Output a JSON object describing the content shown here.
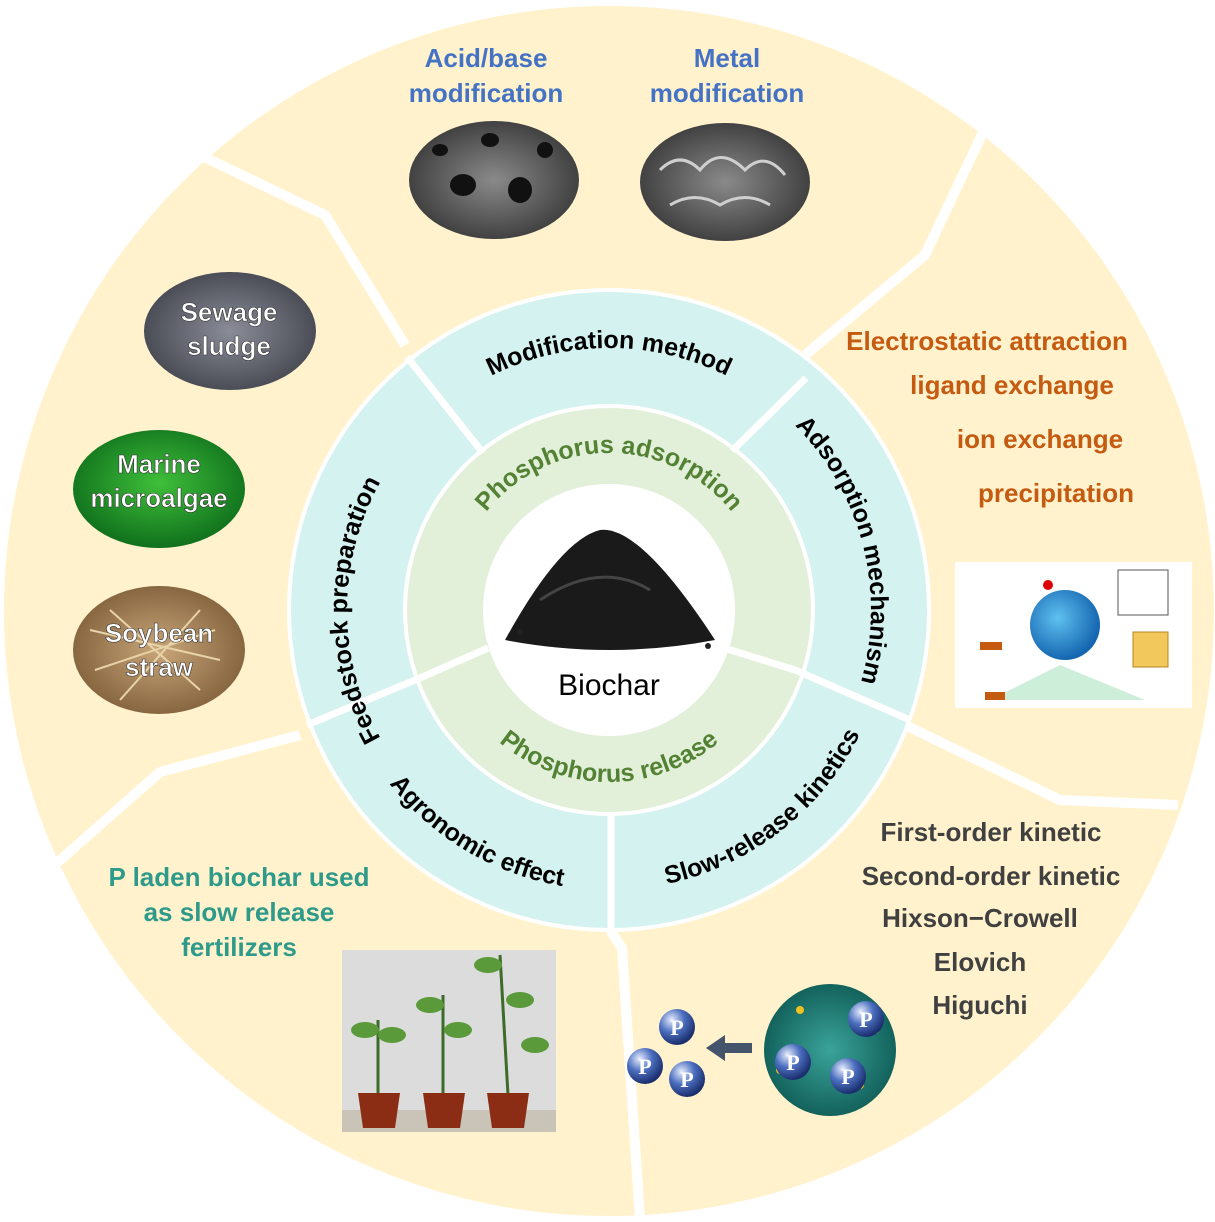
{
  "center": {
    "label": "Biochar"
  },
  "inner_ring": {
    "top": "Phosphorus adsorption",
    "bottom": "Phosphorus release"
  },
  "middle_ring": {
    "modification": "Modification method",
    "adsorption": "Adsorption mechanism",
    "kinetics": "Slow-release kinetics",
    "agronomic": "Agronomic effect",
    "feedstock": "Feedstock preparation"
  },
  "modification": {
    "acid_base": [
      "Acid/base",
      "modification"
    ],
    "metal": [
      "Metal",
      "modification"
    ]
  },
  "feedstock": {
    "sewage": [
      "Sewage",
      "sludge"
    ],
    "algae": [
      "Marine",
      "microalgae"
    ],
    "soybean": [
      "Soybean",
      "straw"
    ]
  },
  "mechanisms": [
    "Electrostatic attraction",
    "ligand exchange",
    "ion exchange",
    "precipitation"
  ],
  "kinetic_models": [
    "First-order kinetic",
    "Second-order kinetic",
    "Hixson−Crowell",
    "Elovich",
    "Higuchi"
  ],
  "agronomic": {
    "text": [
      "P laden biochar used",
      "as slow release",
      "fertilizers"
    ]
  },
  "p_symbol": "P",
  "colors": {
    "outer": "#FFF2CC",
    "middle": "#D4F2EF",
    "inner": "#E2F0D9",
    "blue_text": "#4472C4",
    "orange_text": "#C55A11",
    "teal_text": "#2E9A8A",
    "green_text": "#548235"
  }
}
